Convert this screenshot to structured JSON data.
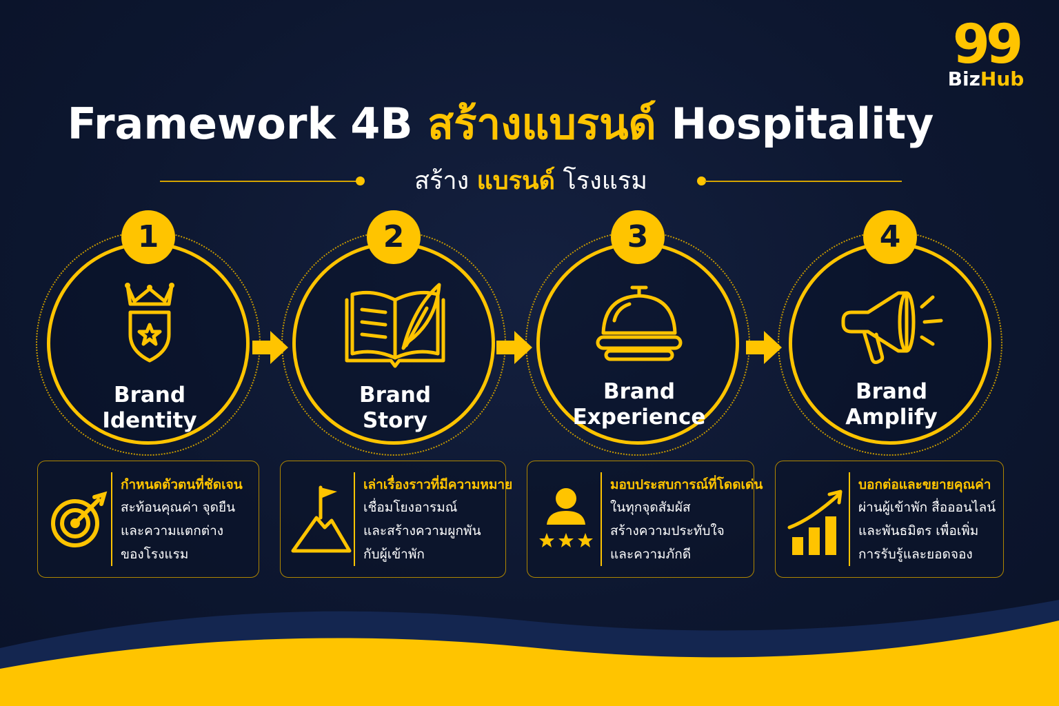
{
  "logo": {
    "number": "99",
    "text_biz": "Biz",
    "text_hub": "Hub"
  },
  "title": {
    "part_a": "Framework 4B",
    "part_b": "สร้างแบรนด์",
    "part_c": "Hospitality"
  },
  "subtitle": {
    "part_a": "สร้าง",
    "part_b": "แบรนด์",
    "part_c": "โรงแรม"
  },
  "colors": {
    "accent": "#ffc400",
    "background": "#0d1730",
    "text": "#ffffff"
  },
  "steps": [
    {
      "number": "1",
      "name_line1": "Brand",
      "name_line2": "Identity",
      "icon": "crown-shield-star-icon",
      "card": {
        "icon": "target-arrow-icon",
        "heading": "กำหนดตัวตนที่ชัดเจน",
        "lines": [
          "สะท้อนคุณค่า จุดยืน",
          "และความแตกต่าง",
          "ของโรงแรม"
        ]
      }
    },
    {
      "number": "2",
      "name_line1": "Brand",
      "name_line2": "Story",
      "icon": "open-book-quill-icon",
      "card": {
        "icon": "mountain-flag-icon",
        "heading": "เล่าเรื่องราวที่มีความหมาย",
        "lines": [
          "เชื่อมโยงอารมณ์",
          "และสร้างความผูกพัน",
          "กับผู้เข้าพัก"
        ]
      }
    },
    {
      "number": "3",
      "name_line1": "Brand",
      "name_line2": "Experience",
      "icon": "service-bell-icon",
      "card": {
        "icon": "guest-three-stars-icon",
        "heading": "มอบประสบการณ์ที่โดดเด่น",
        "lines": [
          "ในทุกจุดสัมผัส",
          "สร้างความประทับใจ",
          "และความภักดี"
        ]
      }
    },
    {
      "number": "4",
      "name_line1": "Brand",
      "name_line2": "Amplify",
      "icon": "megaphone-icon",
      "card": {
        "icon": "growth-bar-chart-icon",
        "heading": "บอกต่อและขยายคุณค่า",
        "lines": [
          "ผ่านผู้เข้าพัก สื่อออนไลน์",
          "และพันธมิตร เพื่อเพิ่ม",
          "การรับรู้และยอดจอง"
        ]
      }
    }
  ]
}
